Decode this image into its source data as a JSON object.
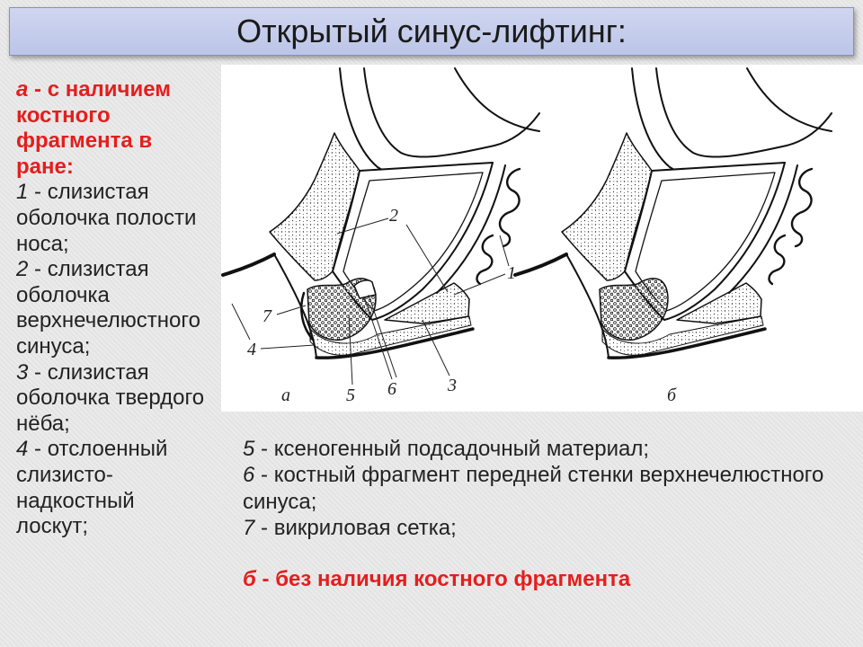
{
  "slide": {
    "title": "Открытый синус-лифтинг:"
  },
  "legend_left": {
    "heading_letter": "а",
    "heading_lines": [
      "- с наличием",
      "костного",
      "фрагмента в",
      "ране:"
    ],
    "items": [
      {
        "num": "1",
        "first": "- слизистая",
        "rest": [
          "оболочка полости",
          "носа;"
        ]
      },
      {
        "num": "2",
        "first": "- слизистая",
        "rest": [
          "оболочка",
          "верхнечелюстного",
          "синуса;"
        ]
      },
      {
        "num": "3",
        "first": "- слизистая",
        "rest": [
          "оболочка твердого",
          "нёба;"
        ]
      },
      {
        "num": "4",
        "first": "- отслоенный",
        "rest": [
          "слизисто-",
          "надкостный",
          "лоскут;"
        ]
      }
    ]
  },
  "legend_bottom": {
    "items": [
      {
        "num": "5",
        "lines": [
          "- ксеногенный подсадочный материал;"
        ]
      },
      {
        "num": "6",
        "lines": [
          "- костный фрагмент передней стенки верхнечелюстного",
          "синуса;"
        ]
      },
      {
        "num": "7",
        "lines": [
          "- викриловая сетка;"
        ]
      }
    ],
    "variant_b_letter": "б",
    "variant_b_text": "- без наличия костного фрагмента"
  },
  "figure": {
    "panel_a_letter": "а",
    "panel_b_letter": "б",
    "callouts": [
      "2",
      "1",
      "7",
      "4",
      "5",
      "6",
      "3"
    ]
  },
  "colors": {
    "accent_red": "#e41e1e",
    "title_background": "#c6cdec",
    "figure_background": "#ffffff",
    "slide_background": "#e7e7e7"
  }
}
